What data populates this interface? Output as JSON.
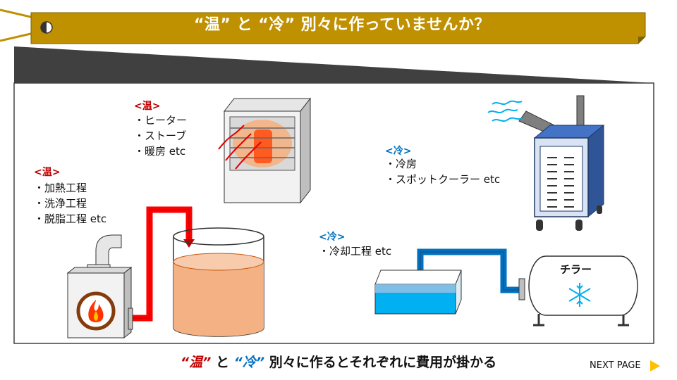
{
  "header": {
    "title": "“温” と “冷” 別々に作っていませんか？"
  },
  "heater_box": {
    "heading": "<温>",
    "items": [
      "・ヒーター",
      "・ストーブ",
      "・暖房 etc"
    ]
  },
  "process_box": {
    "heading": "<温>",
    "items": [
      "・加熱工程",
      "・洗浄工程",
      "・脱脂工程 etc"
    ]
  },
  "spot_cooler_box": {
    "heading": "<冷>",
    "items": [
      "・冷房",
      "・スポットクーラー etc"
    ]
  },
  "cooling_process_box": {
    "heading": "<冷>",
    "items": [
      "・冷却工程 etc"
    ]
  },
  "chiller": {
    "label": "チラー"
  },
  "footer": {
    "warm_word": "“温”",
    "and_1": " と ",
    "cool_word": "“冷”",
    "rest": " 別々に作るとそれぞれに費用が掛かる",
    "next_page": "NEXT PAGE"
  },
  "colors": {
    "banner": "#bf9000",
    "warm": "#c00000",
    "cool": "#0070c0",
    "pipe_red": "#ff0000",
    "pipe_blue": "#0070c0",
    "liquid_orange": "#f4b183",
    "water_blue": "#00b0f0",
    "cooler_blue": "#4472c4"
  }
}
